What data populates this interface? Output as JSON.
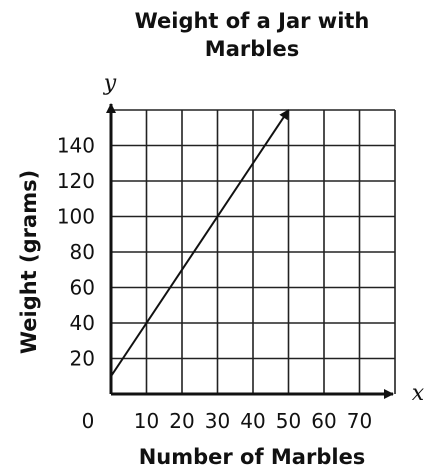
{
  "chart_data": {
    "type": "line",
    "title": [
      "Weight of a Jar with",
      "Marbles"
    ],
    "xlabel": "Number of Marbles",
    "ylabel": "Weight (grams)",
    "x_var": "x",
    "y_var": "y",
    "origin_label": "0",
    "xlim": [
      0,
      80
    ],
    "ylim": [
      0,
      160
    ],
    "grid": true,
    "x_ticks": [
      10,
      20,
      30,
      40,
      50,
      60,
      70
    ],
    "y_ticks": [
      20,
      40,
      60,
      80,
      100,
      120,
      140
    ],
    "series": [
      {
        "x": [
          0,
          50
        ],
        "y": [
          10,
          160
        ],
        "arrow_end": true
      }
    ]
  }
}
